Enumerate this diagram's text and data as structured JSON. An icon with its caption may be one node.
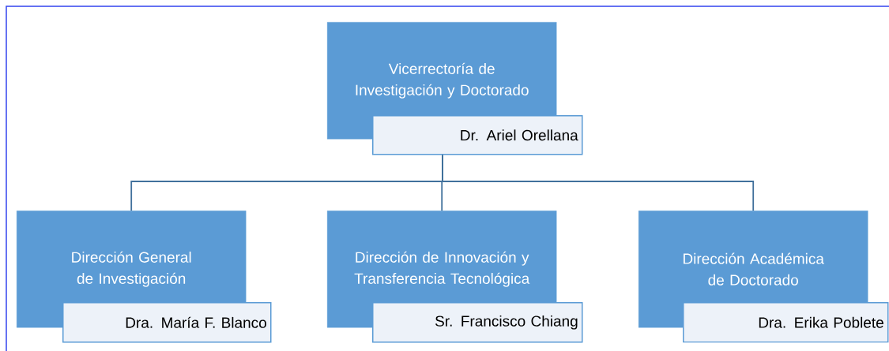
{
  "diagram": {
    "nodes": [
      {
        "text": [
          "Vicerrectoría de Investigación y Doctorado"
        ]
      },
      {
        "text": [
          "Dr. Ariel Orellana"
        ]
      },
      {
        "text": [
          "Dirección General de Investigación"
        ]
      },
      {
        "text": [
          "Dra. María F. Blanco"
        ]
      },
      {
        "text": [
          "Dirección de Innovación y Transferencia Tecnológica"
        ]
      },
      {
        "text": [
          "Sr. Francisco Chiang"
        ]
      },
      {
        "text": [
          "Dirección Académica de Doctorado"
        ]
      },
      {
        "text": [
          "Dra. Erika Poblete"
        ]
      }
    ],
    "edges": [
      {
        "from": 1,
        "to": 2,
        "arrow": "none"
      },
      {
        "from": 1,
        "to": 4,
        "arrow": "none"
      },
      {
        "from": 1,
        "to": 6,
        "arrow": "none"
      }
    ]
  }
}
